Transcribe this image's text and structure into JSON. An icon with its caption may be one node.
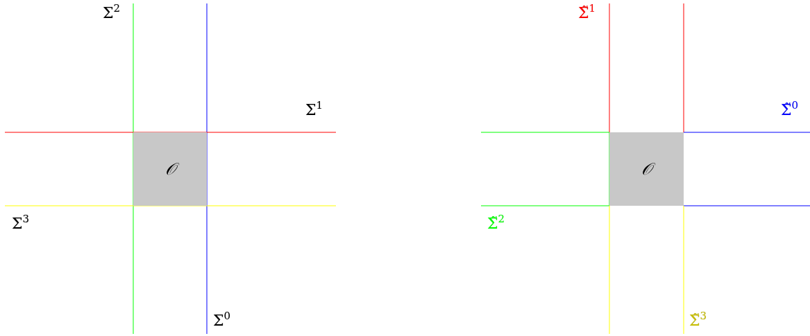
{
  "diagram": {
    "nodes": [
      {
        "text": [
          "𝒪"
        ]
      },
      {
        "text": [
          "𝒪"
        ]
      }
    ],
    "labels": [
      "Σ$^{2}$",
      "Σ$^{1}$",
      "Σ$^{3}$",
      "Σ$^{0}$",
      "Σ̃$^{1}$",
      "Σ̃$^{0}$",
      "Σ̃$^{2}$",
      "Σ̃$^{3}$"
    ]
  }
}
